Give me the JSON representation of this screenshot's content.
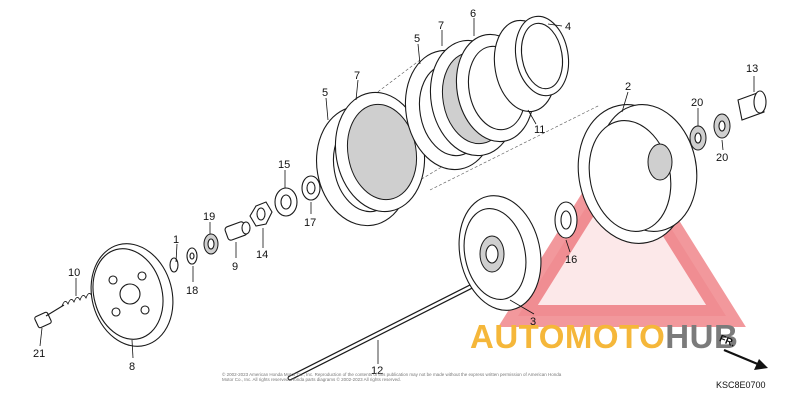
{
  "diagram": {
    "callouts": [
      {
        "id": "c1",
        "label": "1"
      },
      {
        "id": "c2",
        "label": "2"
      },
      {
        "id": "c3",
        "label": "3"
      },
      {
        "id": "c4",
        "label": "4"
      },
      {
        "id": "c5a",
        "label": "5"
      },
      {
        "id": "c5b",
        "label": "5"
      },
      {
        "id": "c6",
        "label": "6"
      },
      {
        "id": "c7a",
        "label": "7"
      },
      {
        "id": "c7b",
        "label": "7"
      },
      {
        "id": "c8",
        "label": "8"
      },
      {
        "id": "c9",
        "label": "9"
      },
      {
        "id": "c10",
        "label": "10"
      },
      {
        "id": "c11",
        "label": "11"
      },
      {
        "id": "c12",
        "label": "12"
      },
      {
        "id": "c13",
        "label": "13"
      },
      {
        "id": "c14",
        "label": "14"
      },
      {
        "id": "c15",
        "label": "15"
      },
      {
        "id": "c16",
        "label": "16"
      },
      {
        "id": "c17",
        "label": "17"
      },
      {
        "id": "c18",
        "label": "18"
      },
      {
        "id": "c19",
        "label": "19"
      },
      {
        "id": "c20a",
        "label": "20"
      },
      {
        "id": "c20b",
        "label": "20"
      },
      {
        "id": "c21",
        "label": "21"
      }
    ],
    "diagram_code": "KSC8E0700",
    "direction_label": "FR.",
    "watermark": {
      "part1": "AUTOMOTO",
      "part2": "HUB",
      "color_primary": "#f5b73a",
      "color_secondary": "#7b7b7b",
      "triangle_color": "#e8434a"
    },
    "copyright_text": "© 2002-2023 American Honda Motor Co., Inc. Reproduction of the contents of this publication may not be made without the express written permission of American Honda Motor Co., Inc. All rights reserved. Honda parts diagrams © 2002-2023 All rights reserved."
  }
}
